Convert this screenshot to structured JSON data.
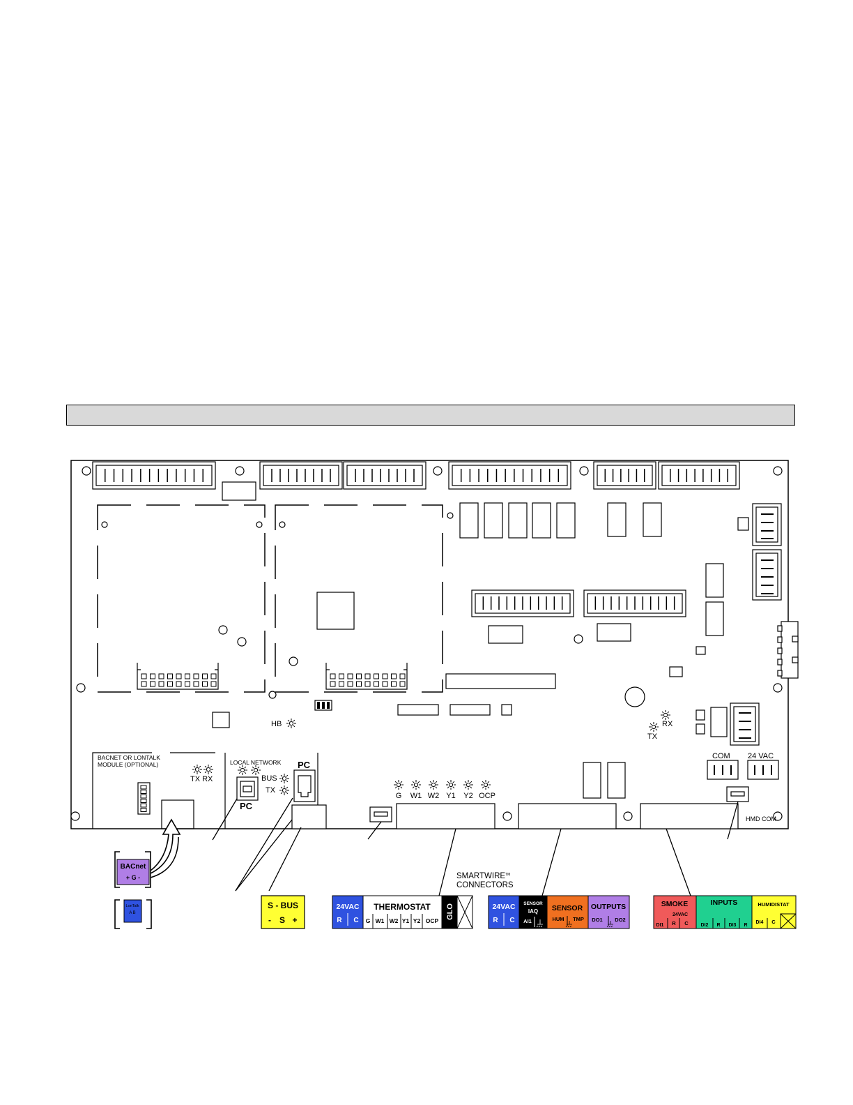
{
  "header_bar": {
    "title": ""
  },
  "board": {
    "bacnet_module_label_line1": "BACNET  OR  LONTALK",
    "bacnet_module_label_line2": "MODULE   (OPTIONAL)",
    "tx_rx": "TX RX",
    "local_network": "LOCAL  NETWORK",
    "bus": "BUS",
    "tx": "TX",
    "pc_usb": "PC",
    "pc_rj": "PC",
    "hb": "HB",
    "led_labels": [
      "G",
      "W1",
      "W2",
      "Y1",
      "Y2",
      "OCP"
    ],
    "tx_right": "TX",
    "rx_right": "RX",
    "com": "COM",
    "vac24": "24 VAC",
    "hmd_com": "HMD  COM"
  },
  "smartwire": {
    "line1": "SMARTWIRE",
    "tm": "TM",
    "line2": "CONNECTORS"
  },
  "connectors": {
    "bacnet": {
      "title": "BACnet",
      "pins": "+  G  -"
    },
    "lontalk": {
      "title": "LonTalk",
      "pins": "A  B"
    },
    "sbus": {
      "title": "S - BUS",
      "pins": [
        "-",
        "S",
        "+"
      ]
    },
    "thermostat": {
      "power": "24VAC",
      "power_pins": [
        "R",
        "C"
      ],
      "title": "THERMOSTAT",
      "pins": [
        "G",
        "W1",
        "W2",
        "Y1",
        "Y2",
        "OCP"
      ],
      "glo": "GLO"
    },
    "sensor": {
      "power": "24VAC",
      "power_pins": [
        "R",
        "C"
      ],
      "iaq_title": "SENSOR",
      "iaq_sub": "IAQ",
      "iaq_pin": "AI1",
      "sensor_title": "SENSOR",
      "sensor_pins": [
        "HUM",
        "TMP"
      ],
      "outputs_title": "OUTPUTS",
      "outputs_pins": [
        "DO1",
        "DO2"
      ]
    },
    "inputs": {
      "smoke_title": "SMOKE",
      "smoke_sub": "24VAC",
      "smoke_pins": [
        "DI1",
        "R",
        "C"
      ],
      "inputs_title": "INPUTS",
      "inputs_pins": [
        "DI2",
        "R",
        "DI3",
        "R"
      ],
      "humidistat_title": "HUMIDISTAT",
      "humidistat_pins": [
        "DI4",
        "C"
      ]
    }
  },
  "colors": {
    "blue": "#2f52e0",
    "purple": "#b07ee6",
    "yellow": "#ffff33",
    "orange": "#f07020",
    "red": "#f05a5a",
    "green": "#20d090",
    "black": "#000000",
    "header_gray": "#d9d9d9"
  }
}
